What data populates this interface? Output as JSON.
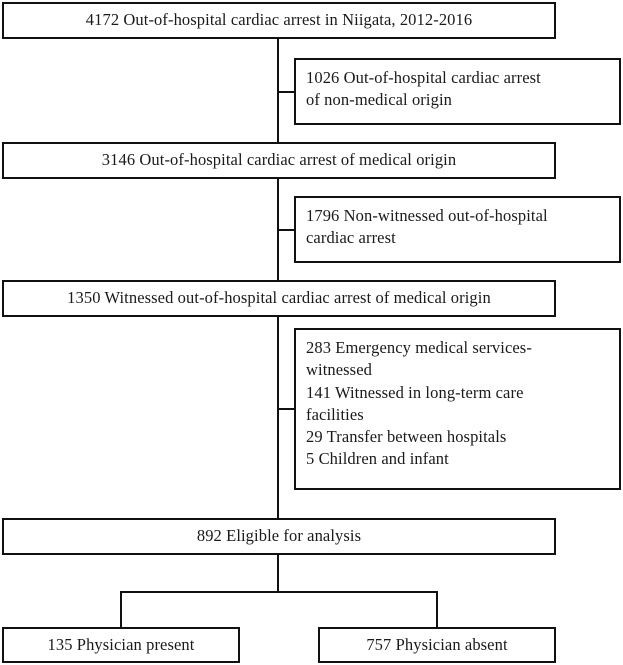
{
  "chart_data": {
    "type": "diagram",
    "title": "Out-of-hospital cardiac arrest patient selection flow",
    "nodes": [
      {
        "id": "n1",
        "label": "4172 Out-of-hospital cardiac arrest in Niigata, 2012-2016",
        "count": 4172,
        "kind": "main"
      },
      {
        "id": "e1",
        "label": "1026 Out-of-hospital cardiac arrest\nof non-medical origin",
        "count": 1026,
        "kind": "exclusion"
      },
      {
        "id": "n2",
        "label": "3146 Out-of-hospital cardiac arrest of medical origin",
        "count": 3146,
        "kind": "main"
      },
      {
        "id": "e2",
        "label": "1796 Non-witnessed out-of-hospital\ncardiac arrest",
        "count": 1796,
        "kind": "exclusion"
      },
      {
        "id": "n3",
        "label": "1350 Witnessed out-of-hospital cardiac arrest of medical origin",
        "count": 1350,
        "kind": "main"
      },
      {
        "id": "e3",
        "label": "283 Emergency medical services-\nwitnessed\n141 Witnessed in long-term care\nfacilities\n29 Transfer between hospitals\n5   Children and infant",
        "counts": [
          283,
          141,
          29,
          5
        ],
        "kind": "exclusion"
      },
      {
        "id": "n4",
        "label": "892 Eligible for analysis",
        "count": 892,
        "kind": "main"
      },
      {
        "id": "n5",
        "label": "135 Physician present",
        "count": 135,
        "kind": "outcome"
      },
      {
        "id": "n6",
        "label": "757 Physician absent",
        "count": 757,
        "kind": "outcome"
      }
    ],
    "edges": [
      {
        "from": "n1",
        "to": "e1"
      },
      {
        "from": "n1",
        "to": "n2"
      },
      {
        "from": "n2",
        "to": "e2"
      },
      {
        "from": "n2",
        "to": "n3"
      },
      {
        "from": "n3",
        "to": "e3"
      },
      {
        "from": "n3",
        "to": "n4"
      },
      {
        "from": "n4",
        "to": "n5"
      },
      {
        "from": "n4",
        "to": "n6"
      }
    ],
    "colors": {
      "stroke": "#111111",
      "background": "#ffffff",
      "text": "#1a1a1a"
    }
  },
  "flow": {
    "total_box": {
      "text": "4172 Out-of-hospital cardiac arrest in Niigata, 2012-2016"
    },
    "exclusion_1": {
      "text": "1026 Out-of-hospital cardiac arrest\nof non-medical origin"
    },
    "medical_box": {
      "text": "3146 Out-of-hospital cardiac arrest of medical origin"
    },
    "exclusion_2": {
      "text": "1796 Non-witnessed out-of-hospital\ncardiac arrest"
    },
    "witnessed_box": {
      "text": "1350 Witnessed out-of-hospital cardiac arrest of medical origin"
    },
    "exclusion_3": {
      "text": "283 Emergency medical services-\nwitnessed\n141 Witnessed in long-term care\nfacilities\n29 Transfer between hospitals\n5   Children and infant"
    },
    "eligible_box": {
      "text": "892 Eligible for analysis"
    },
    "physician_present_box": {
      "text": "135 Physician present"
    },
    "physician_absent_box": {
      "text": "757 Physician absent"
    }
  }
}
